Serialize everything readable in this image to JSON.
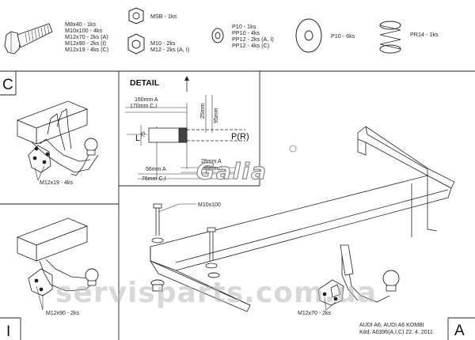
{
  "hardware": {
    "bolts": [
      "M8x40 - 1ks",
      "M10x100 - 4ks",
      "M12x70 - 2ks (A)",
      "M12x90 - 2ks (I)",
      "M12x19 - 4ks (C)"
    ],
    "msb": "MSB - 1ks",
    "nuts": [
      "M10 - 2ks",
      "M12 - 2ks (A, I)"
    ],
    "washers_small": [
      "P10 - 1ks",
      "PP10 - 4ks",
      "PP12 - 2ks (A, I)",
      "PP12 - 4ks (C)"
    ],
    "washer_large": "P10 - 6ks",
    "spring": "PR14 - 1ks"
  },
  "detail": {
    "title": "DETAIL",
    "dims": [
      "160mm A",
      "170mm C,I",
      "25mm",
      "95mm",
      "75",
      "28mm A",
      "38mm C,I",
      "56mm A",
      "76mm C,I"
    ],
    "L": "L",
    "PR": "P(R)"
  },
  "logo": "Galia",
  "variants": {
    "C": {
      "letter": "C",
      "bolt": "M12x19 - 4ks"
    },
    "I": {
      "letter": "I",
      "bolt": "M12x90 - 2ks"
    },
    "A": {
      "letter": "A",
      "bolt": "M12x70 - 2ks"
    }
  },
  "main_bolt": "M10x100",
  "watermark": "servisparts.com.ua",
  "footer": {
    "model": "AUDI A6, AUDI A6 KOMBI",
    "code": "Kód: A0396(A,I,C)  22. 4. 2011"
  }
}
